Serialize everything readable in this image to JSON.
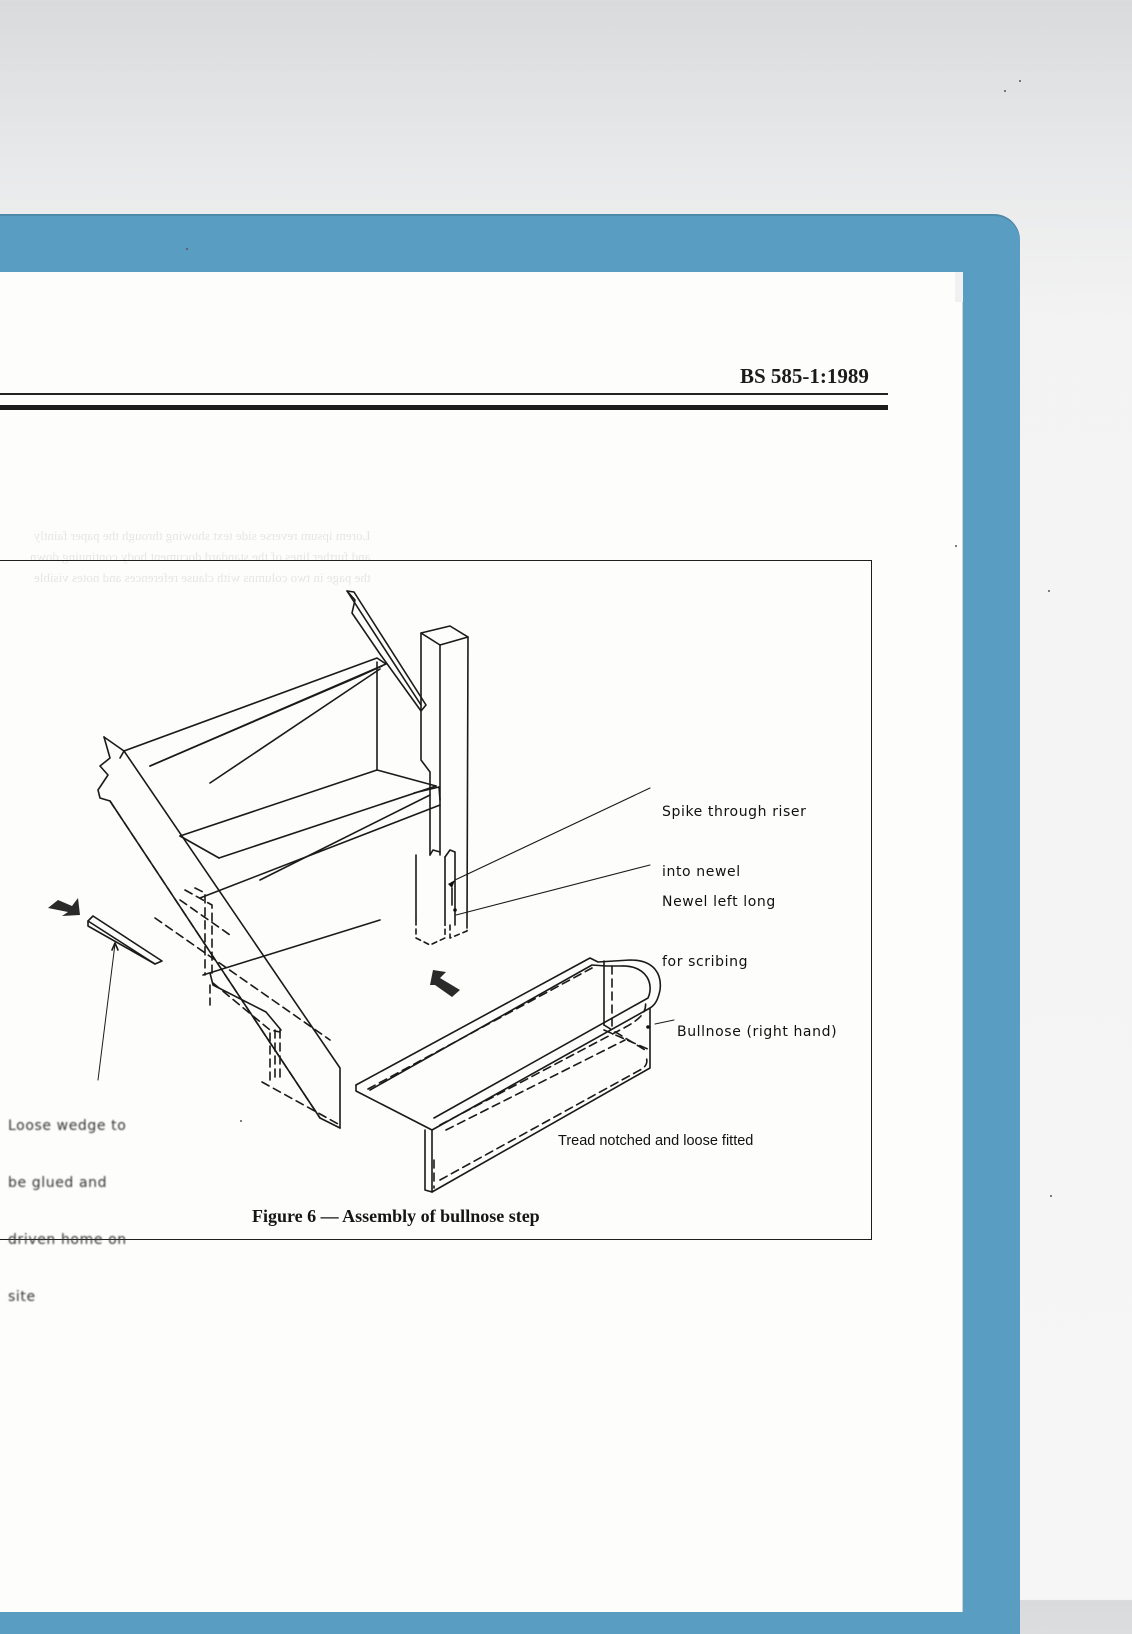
{
  "document": {
    "standard_code": "BS 585-1:1989",
    "figure": {
      "caption": "Figure 6 — Assembly of bullnose step",
      "labels": {
        "spike": [
          "Spike through riser",
          "into newel"
        ],
        "newel": [
          "Newel left long",
          "for scribing"
        ],
        "bullnose": "Bullnose (right hand)",
        "tread": "Tread notched and loose fitted",
        "wedge": [
          "Loose wedge to",
          "be glued and",
          "driven home on",
          "site"
        ]
      }
    }
  },
  "colors": {
    "clipboard": "#5a9dc2",
    "paper": "#fdfdfc",
    "ink": "#1b1b1b"
  }
}
